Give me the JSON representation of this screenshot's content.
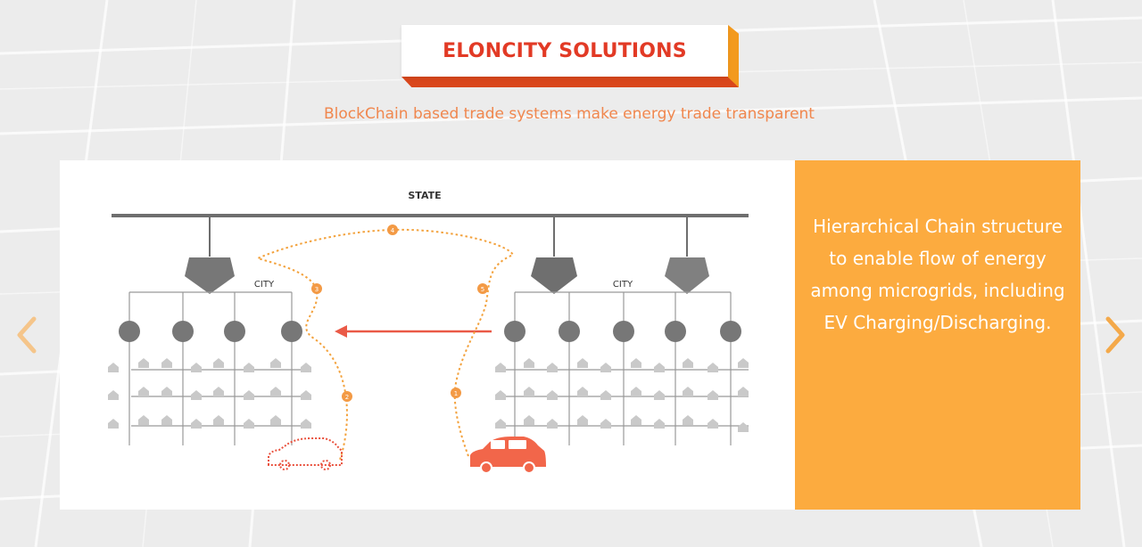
{
  "header": {
    "title": "ELONCITY SOLUTIONS"
  },
  "subtitle": "BlockChain based trade systems make energy trade transparent",
  "diagram": {
    "state_label": "STATE",
    "city_label_left": "CITY",
    "city_label_right": "CITY",
    "steps": [
      "1",
      "2",
      "3",
      "4",
      "5"
    ]
  },
  "info": {
    "lines": [
      "Hierarchical Chain structure",
      "to enable flow of energy",
      "among microgrids, including",
      "EV Charging/Discharging."
    ]
  },
  "colors": {
    "accent_orange": "#fcab3f",
    "title_red": "#e23a25",
    "arrow_red": "#ea5a47",
    "dotted_orange": "#f3a23d",
    "car_red": "#f2664a",
    "node_gray": "#777777"
  },
  "nav": {
    "prev_icon": "chevron-left-icon",
    "next_icon": "chevron-right-icon"
  }
}
